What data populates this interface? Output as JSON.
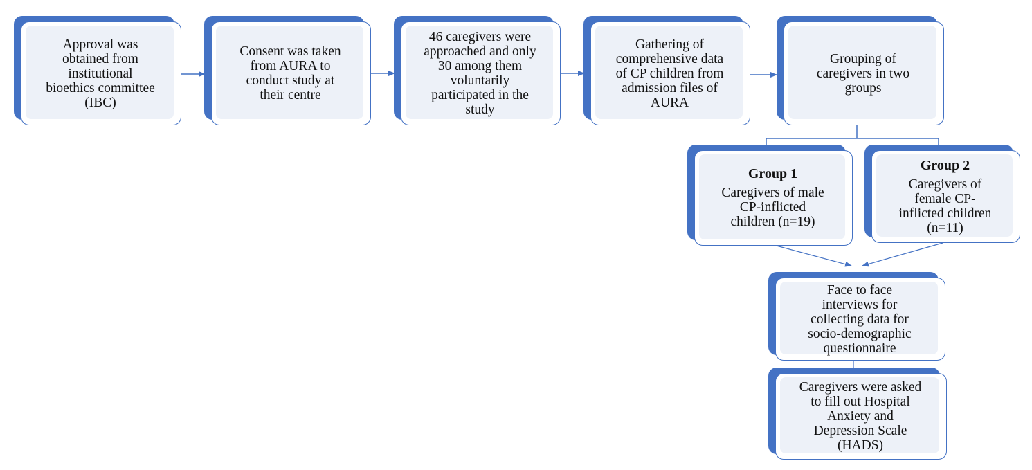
{
  "steps": {
    "approval": "Approval was\nobtained from\ninstitutional\nbioethics committee\n(IBC)",
    "consent": "Consent was taken\nfrom AURA to\nconduct study at\ntheir centre",
    "caregivers": "46 caregivers were\napproached and only\n30 among them\nvoluntarily\nparticipated in the\nstudy",
    "gathering": "Gathering of\ncomprehensive data\nof CP children from\nadmission files of\nAURA",
    "grouping": "Grouping of\ncaregivers in two\ngroups",
    "interviews": "Face to face\ninterviews for\ncollecting data for\nsocio-demographic\nquestionnaire",
    "hads": "Caregivers were asked\nto fill out Hospital\nAnxiety and\nDepression Scale\n(HADS)"
  },
  "groups": {
    "group1": {
      "title": "Group 1",
      "body": "Caregivers of male\nCP-inflicted\nchildren (n=19)"
    },
    "group2": {
      "title": "Group 2",
      "body": "Caregivers of\nfemale CP-\ninflicted  children\n(n=11)"
    }
  },
  "colors": {
    "accent": "#4472C4",
    "box_fill": "#EDF1F8",
    "border": "#4472C4"
  }
}
